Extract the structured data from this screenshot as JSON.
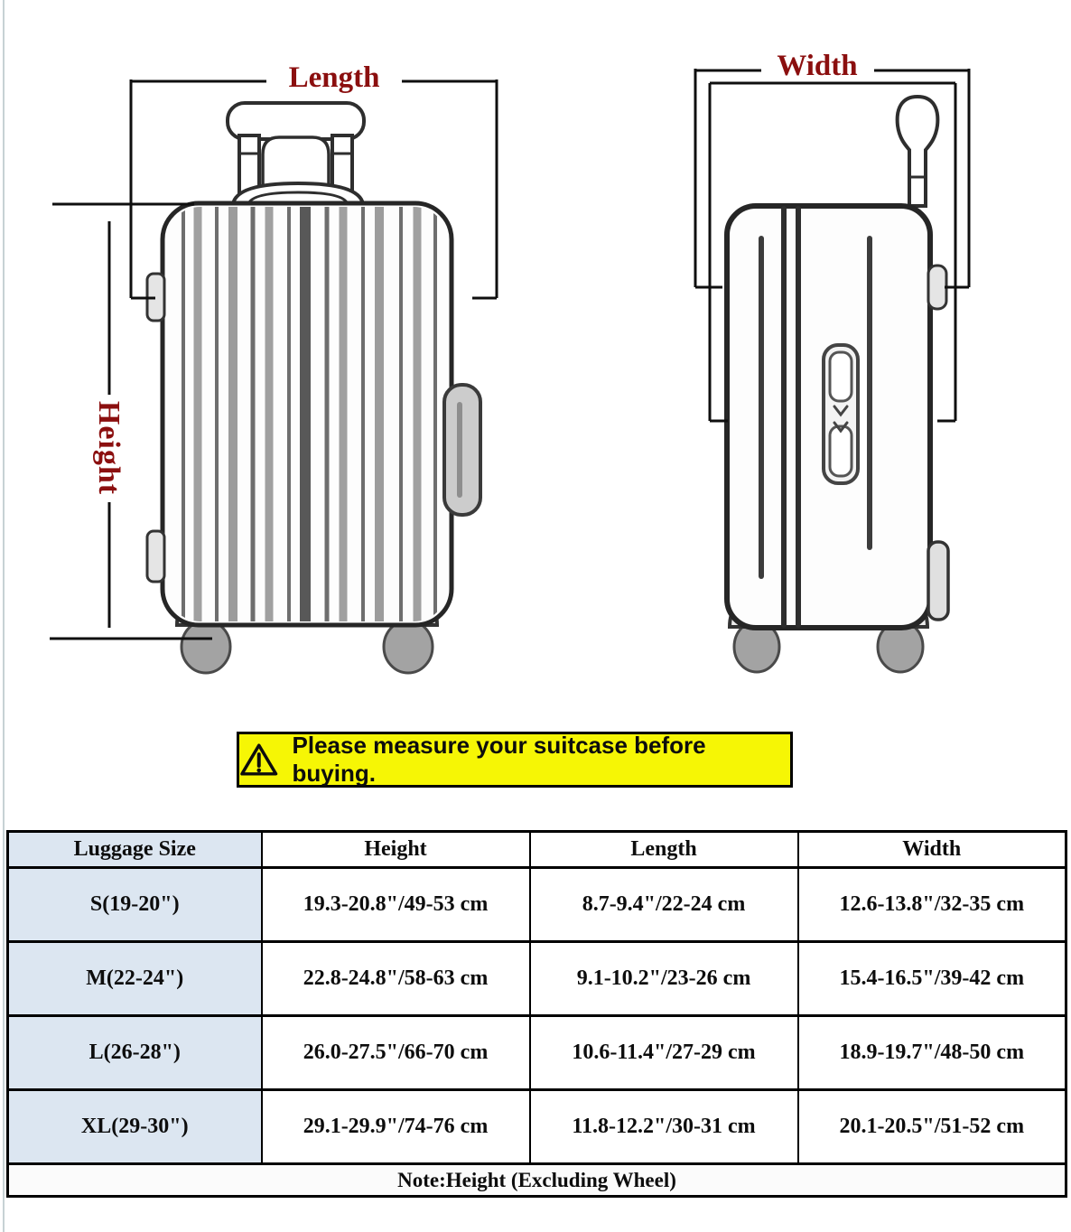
{
  "title": "Luggage size measurement diagram",
  "colors": {
    "label_red": "#8b0f0f",
    "banner_yellow": "#f6f605",
    "header_blue": "#dce6f1",
    "line_black": "#111111"
  },
  "diagram": {
    "length_label": "Length",
    "height_label": "Height",
    "width_label": "Width"
  },
  "banner": {
    "icon": "warning-triangle-icon",
    "text": "Please measure your suitcase before buying."
  },
  "table": {
    "headers": [
      "Luggage Size",
      "Height",
      "Length",
      "Width"
    ],
    "rows": [
      {
        "size": "S(19-20\")",
        "height": "19.3-20.8\"/49-53 cm",
        "length": "8.7-9.4\"/22-24 cm",
        "width": "12.6-13.8\"/32-35 cm"
      },
      {
        "size": "M(22-24\")",
        "height": "22.8-24.8\"/58-63 cm",
        "length": "9.1-10.2\"/23-26 cm",
        "width": "15.4-16.5\"/39-42 cm"
      },
      {
        "size": "L(26-28\")",
        "height": "26.0-27.5\"/66-70 cm",
        "length": "10.6-11.4\"/27-29 cm",
        "width": "18.9-19.7\"/48-50 cm"
      },
      {
        "size": "XL(29-30\")",
        "height": "29.1-29.9\"/74-76 cm",
        "length": "11.8-12.2\"/30-31 cm",
        "width": "20.1-20.5\"/51-52 cm"
      }
    ],
    "note": "Note:Height (Excluding Wheel)"
  }
}
